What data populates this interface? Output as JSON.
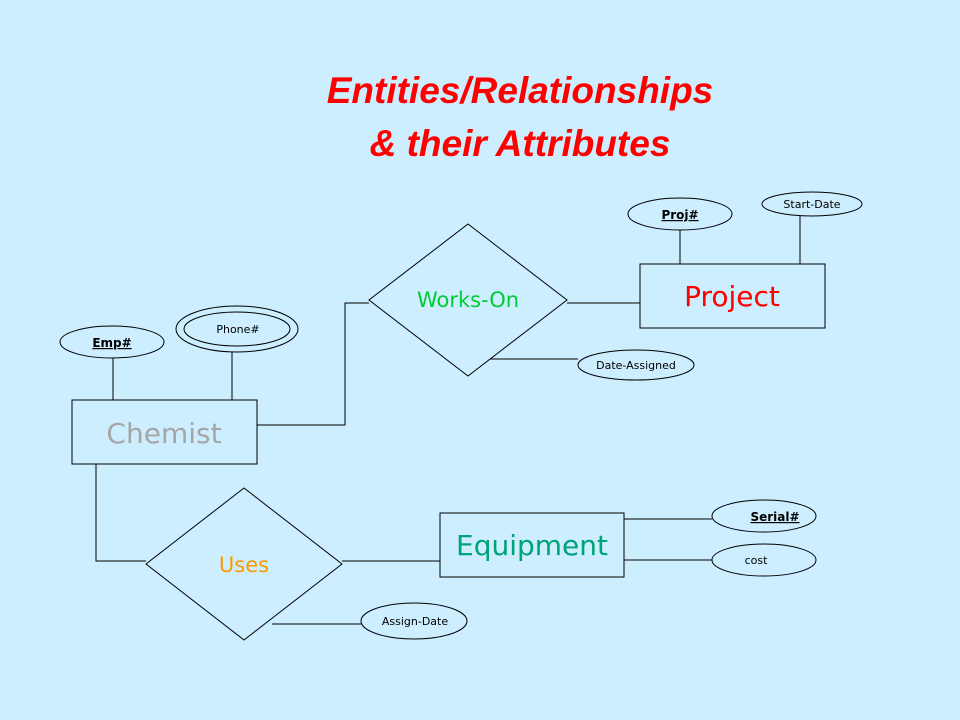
{
  "title": {
    "line1": "Entities/Relationships",
    "line2": "& their Attributes"
  },
  "colors": {
    "background": "#cceeff",
    "title": "#ff0000",
    "chemist_text": "#a6a6a6",
    "project_text": "#ff0000",
    "equipment_text": "#00a27a",
    "works_on_text": "#00cc33",
    "uses_text": "#ff9900"
  },
  "entities": {
    "chemist": "Chemist",
    "project": "Project",
    "equipment": "Equipment"
  },
  "relationships": {
    "works_on": "Works-On",
    "uses": "Uses"
  },
  "attributes": {
    "emp_no": "Emp#",
    "phone_no": "Phone#",
    "proj_no": "Proj#",
    "start_date": "Start-Date",
    "date_assigned": "Date-Assigned",
    "serial_no": "Serial#",
    "cost": "cost",
    "assign_date": "Assign-Date"
  }
}
